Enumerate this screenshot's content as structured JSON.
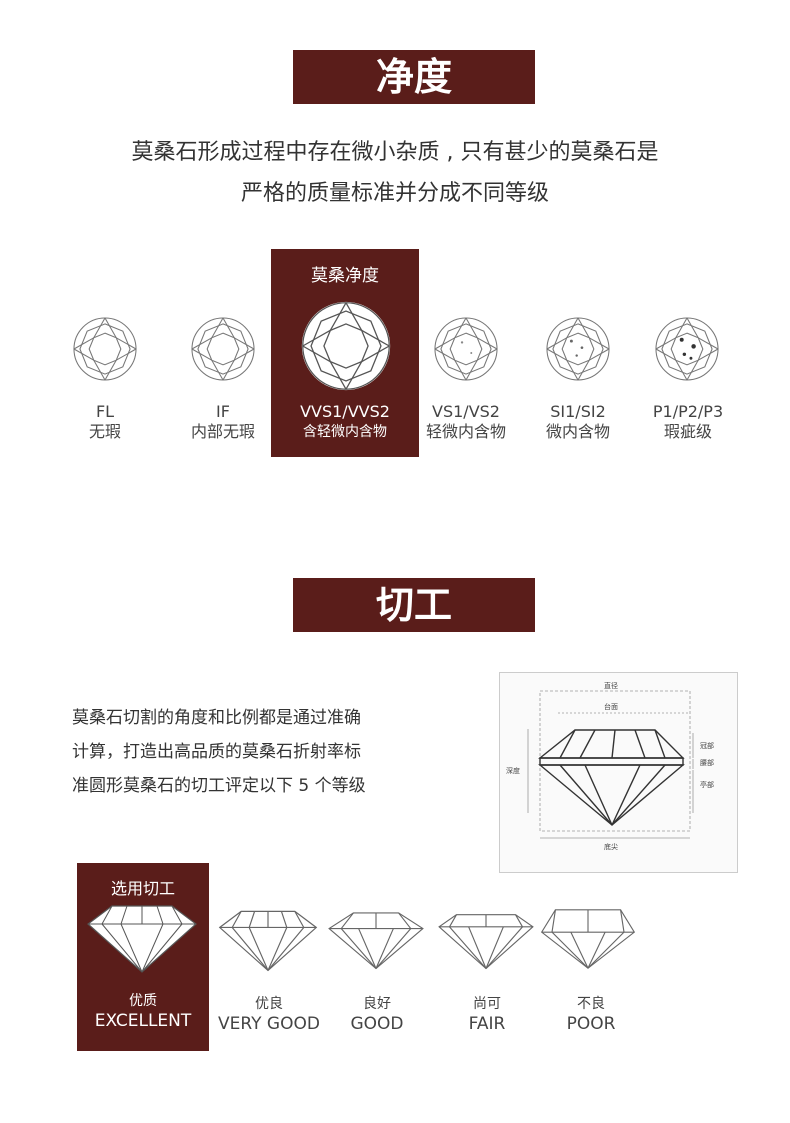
{
  "clarity": {
    "title": "净度",
    "intro_line1": "莫桑石形成过程中存在微小杂质 , 只有甚少的莫桑石是",
    "intro_line2": "严格的质量标准并分成不同等级",
    "highlight_title": "莫桑净度",
    "grades": [
      {
        "code": "FL",
        "name": "无瑕"
      },
      {
        "code": "IF",
        "name": "内部无瑕"
      },
      {
        "code": "VVS1/VVS2",
        "name": "含轻微内含物"
      },
      {
        "code": "VS1/VS2",
        "name": "轻微内含物"
      },
      {
        "code": "SI1/SI2",
        "name": "微内含物"
      },
      {
        "code": "P1/P2/P3",
        "name": "瑕疵级"
      }
    ]
  },
  "cut": {
    "title": "切工",
    "intro_line1": "莫桑石切割的角度和比例都是通过准确",
    "intro_line2": "计算，打造出高品质的莫桑石折射率标",
    "intro_line3": "准圆形莫桑石的切工评定以下 5 个等级",
    "highlight_title": "选用切工",
    "diagram_labels": {
      "diameter": "直径",
      "table": "台面",
      "depth": "深度",
      "crown": "冠部",
      "girdle": "腰部",
      "pavilion": "亭部",
      "culet": "底尖"
    },
    "grades": [
      {
        "cn": "优质",
        "en": "EXCELLENT"
      },
      {
        "cn": "优良",
        "en": "VERY GOOD"
      },
      {
        "cn": "良好",
        "en": "GOOD"
      },
      {
        "cn": "尚可",
        "en": "FAIR"
      },
      {
        "cn": "不良",
        "en": "POOR"
      }
    ]
  },
  "colors": {
    "accent": "#5a1d1a",
    "text": "#333333"
  }
}
